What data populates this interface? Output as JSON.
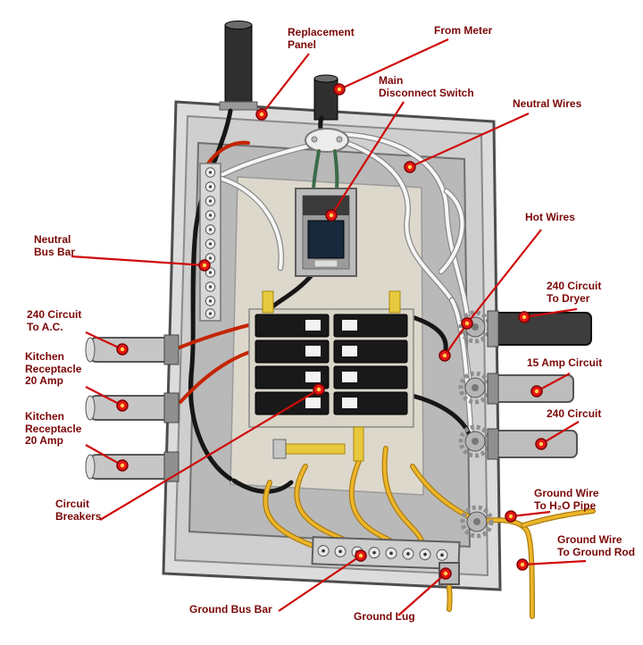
{
  "diagram": {
    "labels": {
      "replacement_panel": "Replacement\nPanel",
      "from_meter": "From Meter",
      "main_disconnect": "Main\nDisconnect Switch",
      "neutral_wires": "Neutral Wires",
      "neutral_bus_bar": "Neutral\nBus Bar",
      "hot_wires": "Hot Wires",
      "circuit_240_dryer": "240 Circuit\nTo Dryer",
      "amp_15_circuit": "15 Amp Circuit",
      "circuit_240": "240 Circuit",
      "ground_wire_h2o": "Ground Wire\nTo H₂O Pipe",
      "ground_wire_rod": "Ground Wire\nTo Ground Rod",
      "circuit_240_ac": "240 Circuit\nTo A.C.",
      "kitchen_receptacle_1": "Kitchen\nReceptacle\n20 Amp",
      "kitchen_receptacle_2": "Kitchen\nReceptacle\n20 Amp",
      "circuit_breakers": "Circuit\nBreakers",
      "ground_bus_bar": "Ground Bus Bar",
      "ground_lug": "Ground Lug"
    },
    "colors": {
      "label_text": "#7a0707",
      "callout_line": "#cf0a0a",
      "callout_dot": "#e51616",
      "callout_dot_center": "#ffd34d",
      "neutral_wire": "#f7f7f7",
      "hot_wire": "#161616",
      "red_wire": "#c42400",
      "ground_wire": "#edb62a",
      "panel_gray": "#dcdcdc"
    }
  }
}
